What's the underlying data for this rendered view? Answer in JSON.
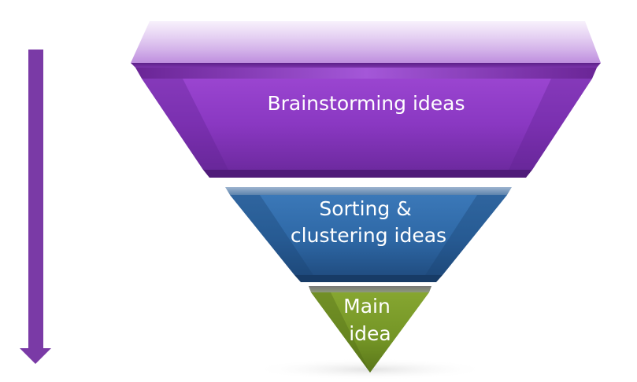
{
  "funnel": {
    "layers": [
      {
        "lines": [
          "Brainstorming ideas"
        ]
      },
      {
        "lines": [
          "Sorting &",
          "clustering ideas"
        ]
      },
      {
        "lines": [
          "Main",
          "idea"
        ]
      }
    ]
  },
  "colors": {
    "arrow": "#7a3aa6",
    "layer_top": "#8c3cc4",
    "layer_middle": "#2f69a8",
    "layer_bottom": "#7a9a2a",
    "label_text": "#ffffff"
  }
}
